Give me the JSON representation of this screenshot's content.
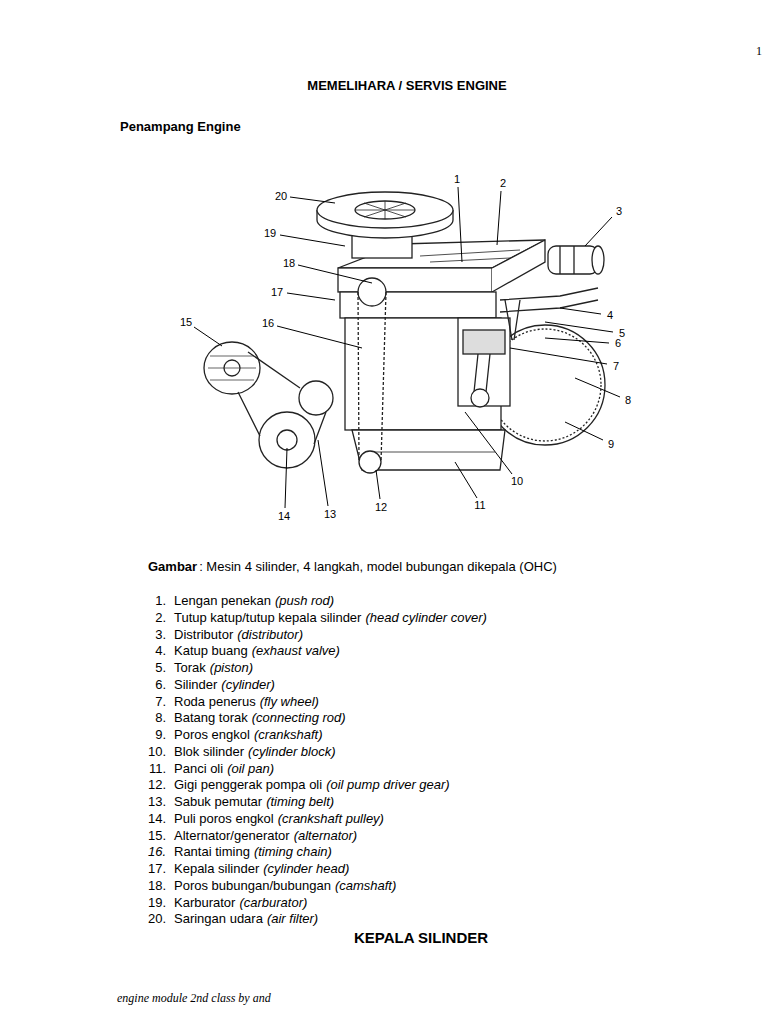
{
  "diagram": {
    "title": "MEMELIHARA / SERVIS ENGINE",
    "caption": ": Mesin 4 silinder, 4 langkah, model bubungan dikepala (OHC)",
    "labels": [
      "1",
      "Penampang Engine",
      "1",
      "2",
      "3",
      "4",
      "5",
      "6",
      "7",
      "8",
      "9",
      "10",
      "11",
      "12",
      "13",
      "14",
      "15",
      "16",
      "17",
      "18",
      "19",
      "20",
      "Gambar",
      "1.",
      "Lengan penekan",
      "(push rod)",
      "2.",
      "Tutup katup/tutup kepala silinder",
      "(head cylinder cover)",
      "3.",
      "Distributor",
      "(distributor)",
      "4.",
      "Katup buang",
      "(exhaust valve)",
      "5.",
      "Torak",
      "(piston)",
      "6.",
      "Silinder",
      "(cylinder)",
      "7.",
      "Roda penerus",
      "(fly wheel)",
      "8.",
      "Batang torak",
      "(connecting rod)",
      "9.",
      "Poros engkol",
      "(crankshaft)",
      "10.",
      "Blok silinder",
      "(cylinder block)",
      "11.",
      "Panci oli",
      "(oil pan)",
      "12.",
      "Gigi penggerak pompa oli",
      "(oil pump driver gear)",
      "13.",
      "Sabuk pemutar",
      "(timing belt)",
      "14.",
      "Puli poros engkol",
      "(crankshaft pulley)",
      "15.",
      "Alternator/generator",
      "(alternator)",
      "16.",
      "Rantai timing",
      "(timing chain)",
      "17.",
      "Kepala silinder",
      "(cylinder head)",
      "18.",
      "Poros bubungan/bubungan",
      "(camshaft)",
      "19.",
      "Karburator",
      "(carburator)",
      "20.",
      "Saringan udara",
      "(air filter)",
      "KEPALA SILINDER",
      "engine module 2nd class by and"
    ]
  }
}
